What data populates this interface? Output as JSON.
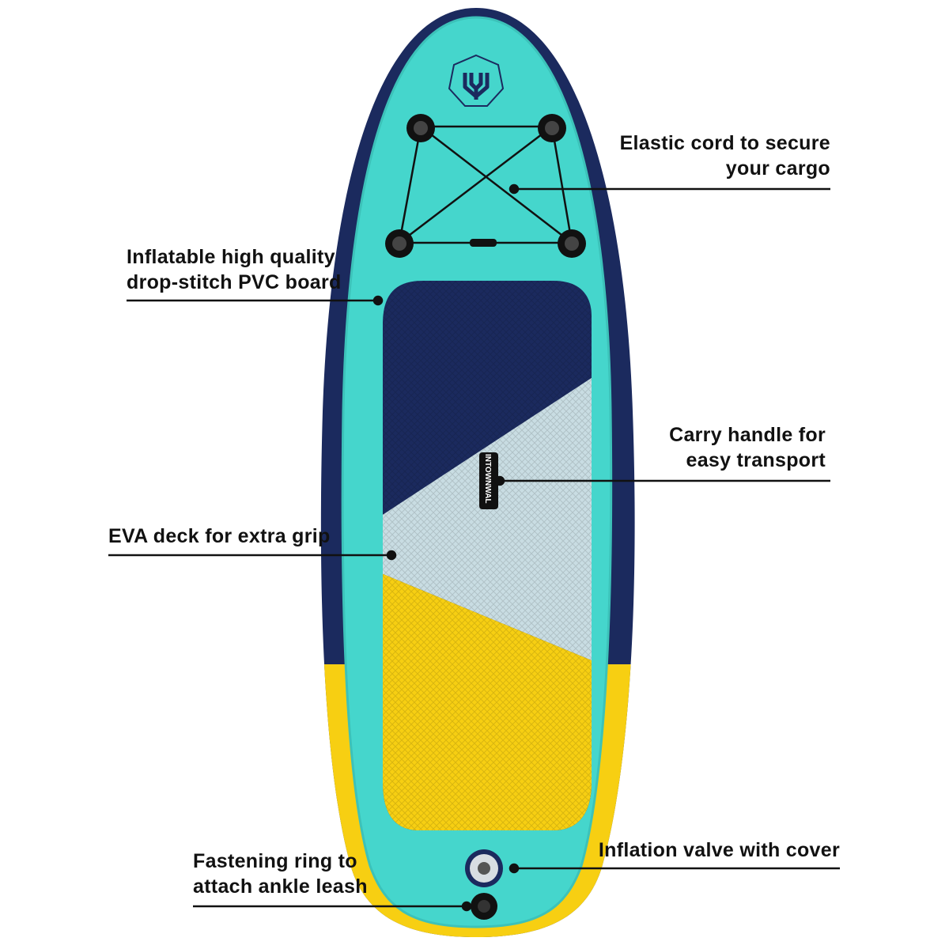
{
  "callouts": {
    "elastic_cord": {
      "line1": "Elastic cord to secure",
      "line2": "your cargo"
    },
    "inflatable": {
      "line1": "Inflatable high quality",
      "line2": "drop-stitch PVC board"
    },
    "carry_handle": {
      "line1": "Carry handle for",
      "line2": "easy transport"
    },
    "eva_deck": {
      "line1": "EVA deck for extra grip"
    },
    "inflation_valve": {
      "line1": "Inflation valve with cover"
    },
    "fastening_ring": {
      "line1": "Fastening ring to",
      "line2": "attach ankle leash"
    }
  },
  "board": {
    "handle_text": "INTOWNWAL",
    "brand_logo": "trident-logo",
    "colors": {
      "teal": "#45d6cc",
      "navy": "#1b2a5e",
      "light_gray": "#c9dde3",
      "yellow": "#f7cf12",
      "outline": "#111111"
    }
  }
}
